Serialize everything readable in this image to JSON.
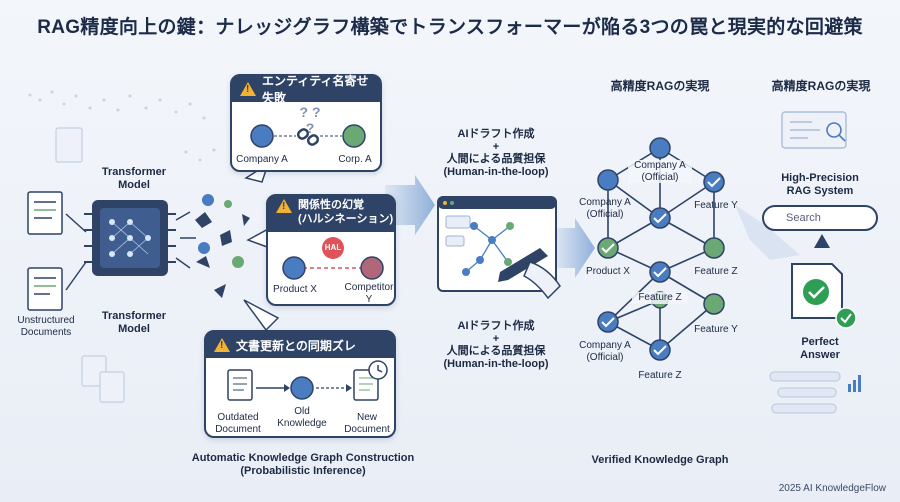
{
  "title": "RAG精度向上の鍵：ナレッジグラフ構築でトランスフォーマーが陥る3つの罠と現実的な回避策",
  "left": {
    "unstructured": "Unstructured\nDocuments",
    "transformer_top": "Transformer\nModel",
    "transformer_bottom": "Transformer\nModel"
  },
  "panel_entity": {
    "title": "エンティティ名寄せ失敗",
    "node_a": "Company A",
    "node_b": "Corp. A",
    "marks": "? ? ?"
  },
  "panel_hallucination": {
    "title": "関係性の幻覚\n(ハルシネーション)",
    "badge": "HAL",
    "node_a": "Product X",
    "node_b": "Competitor\nY"
  },
  "panel_sync": {
    "title": "文書更新との同期ズレ",
    "item_a": "Outdated\nDocument",
    "item_b": "Old\nKnowledge",
    "item_c": "New\nDocument"
  },
  "bottom_left_caption": "Automatic Knowledge Graph Construction\n(Probabilistic Inference)",
  "human_top": "AIドラフト作成\n+\n人間による品質担保\n(Human-in-the-loop)",
  "human_bottom": "AIドラフト作成\n+\n人間による品質担保\n(Human-in-the-loop)",
  "graph": {
    "header": "高精度RAGの実現",
    "caption": "Verified Knowledge Graph",
    "labels": {
      "ca_official_top": "Company A\n(Official)",
      "ca_official_left": "Company A\n(Official)",
      "feature_y_top": "Feature Y",
      "product_x": "Product X",
      "feature_z_right": "Feature Z",
      "feature_z_mid": "Feature Z",
      "feature_y_bottom": "Feature Y",
      "ca_official_bottom": "Company A\n(Official)",
      "feature_z_bottom": "Feature Z"
    }
  },
  "right": {
    "header": "高精度RAGの実現",
    "system": "High-Precision\nRAG System",
    "search_placeholder": "Search",
    "answer": "Perfect\nAnswer"
  },
  "footer": "2025 AI KnowledgeFlow",
  "colors": {
    "navy": "#2e4366",
    "blue_node": "#4a7cc2",
    "green_node": "#6aa874",
    "check_green": "#2f9e55",
    "warning": "#f2b233",
    "hal_red": "#e0525a"
  }
}
